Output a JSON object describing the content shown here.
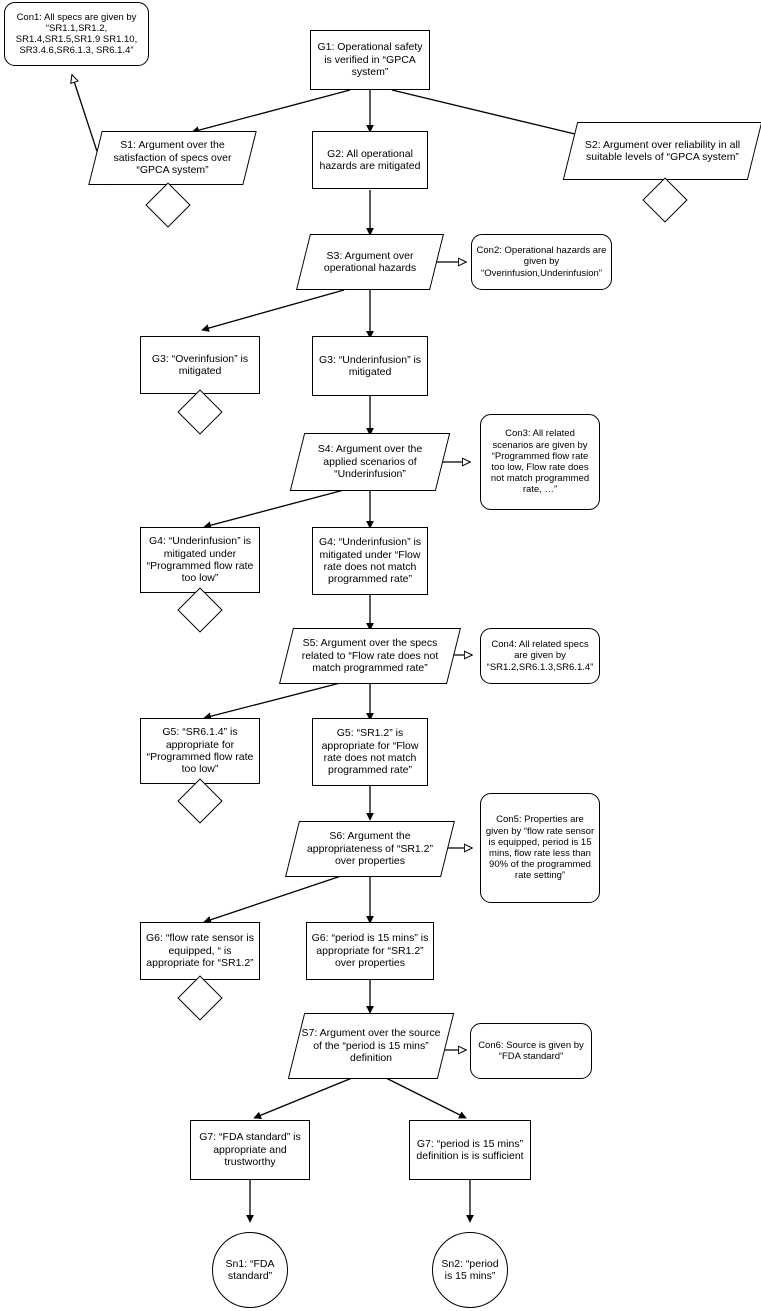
{
  "diagram": {
    "title": "GSN safety case for GPCA system operational safety",
    "notation": "Goal Structuring Notation",
    "stroke_color": "#000000",
    "fill_color": "#ffffff",
    "nodes": {
      "con1": {
        "id": "Con1",
        "type": "context",
        "text": "Con1: All specs are given by “SR1.1,SR1.2, SR1.4,SR1.5,SR1.9 SR1.10, SR3.4.6,SR6.1.3, SR6.1.4”"
      },
      "g1": {
        "id": "G1",
        "type": "goal",
        "text": "G1: Operational safety is verified in “GPCA system”"
      },
      "s1": {
        "id": "S1",
        "type": "strategy",
        "text": "S1: Argument over the satisfaction of specs over “GPCA system”"
      },
      "g2": {
        "id": "G2",
        "type": "goal",
        "text": "G2: All operational hazards are mitigated"
      },
      "s2": {
        "id": "S2",
        "type": "strategy",
        "text": "S2: Argument over reliability in all suitable levels of “GPCA system”"
      },
      "s3": {
        "id": "S3",
        "type": "strategy",
        "text": "S3: Argument over operational hazards"
      },
      "con2": {
        "id": "Con2",
        "type": "context",
        "text": "Con2: Operational hazards are given by “Overinfusion,Underinfusion”"
      },
      "g3a": {
        "id": "G3",
        "type": "goal",
        "text": "G3: “Overinfusion” is mitigated"
      },
      "g3b": {
        "id": "G3",
        "type": "goal",
        "text": "G3: “Underinfusion” is mitigated"
      },
      "s4": {
        "id": "S4",
        "type": "strategy",
        "text": "S4: Argument over the applied scenarios of “Underinfusion”"
      },
      "con3": {
        "id": "Con3",
        "type": "context",
        "text": "Con3: All related scenarios are given by “Programmed flow rate too low, Flow rate does not match programmed rate, …”"
      },
      "g4a": {
        "id": "G4",
        "type": "goal",
        "text": "G4: “Underinfusion” is mitigated under “Programmed flow rate too low”"
      },
      "g4b": {
        "id": "G4",
        "type": "goal",
        "text": "G4: “Underinfusion” is mitigated under “Flow rate does not match programmed rate”"
      },
      "s5": {
        "id": "S5",
        "type": "strategy",
        "text": "S5: Argument over the specs related to “Flow rate does not match programmed rate”"
      },
      "con4": {
        "id": "Con4",
        "type": "context",
        "text": "Con4: All related specs are given by “SR1.2,SR6.1.3,SR6.1.4”"
      },
      "g5a": {
        "id": "G5",
        "type": "goal",
        "text": "G5: “SR6.1.4”  is appropriate for “Programmed flow rate too low”"
      },
      "g5b": {
        "id": "G5",
        "type": "goal",
        "text": "G5: “SR1.2” is appropriate for “Flow rate does not match programmed rate”"
      },
      "s6": {
        "id": "S6",
        "type": "strategy",
        "text": "S6: Argument the appropriateness of “SR1.2” over properties"
      },
      "con5": {
        "id": "Con5",
        "type": "context",
        "text": "Con5: Properties are given by “flow rate sensor is equipped, period is 15 mins, flow rate less than 90% of the programmed rate setting”"
      },
      "g6a": {
        "id": "G6",
        "type": "goal",
        "text": "G6: “flow rate sensor is equipped, “ is appropriate for “SR1.2”"
      },
      "g6b": {
        "id": "G6",
        "type": "goal",
        "text": "G6: “period is 15 mins” is appropriate for “SR1.2” over properties"
      },
      "s7": {
        "id": "S7",
        "type": "strategy",
        "text": "S7: Argument over the source of the “period is 15 mins” definition"
      },
      "con6": {
        "id": "Con6",
        "type": "context",
        "text": "Con6: Source is given by “FDA standard”"
      },
      "g7a": {
        "id": "G7",
        "type": "goal",
        "text": "G7: “FDA standard” is appropriate and trustworthy"
      },
      "g7b": {
        "id": "G7",
        "type": "goal",
        "text": "G7: “period is 15 mins” definition is is sufficient"
      },
      "sn1": {
        "id": "Sn1",
        "type": "solution",
        "text": "Sn1: “FDA standard”"
      },
      "sn2": {
        "id": "Sn2",
        "type": "solution",
        "text": "Sn2: “period is 15 mins”"
      }
    },
    "undeveloped_markers": [
      "s1",
      "s2",
      "g3a",
      "g4a",
      "g5a",
      "g6a"
    ]
  }
}
